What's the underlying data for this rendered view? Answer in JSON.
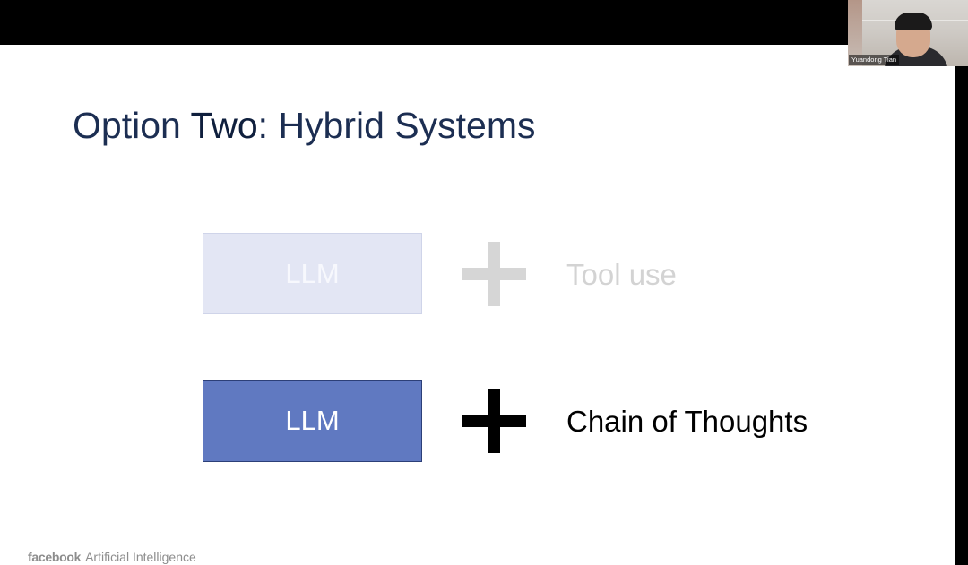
{
  "video": {
    "participant_name": "Yuandong Tian"
  },
  "slide": {
    "title": {
      "prefix": "Option ",
      "emphasis": "Two",
      "suffix": ": Hybrid Systems"
    },
    "rows": [
      {
        "box_label": "LLM",
        "item_label": "Tool use",
        "state": "faded"
      },
      {
        "box_label": "LLM",
        "item_label": "Chain of Thoughts",
        "state": "active"
      }
    ],
    "footer": {
      "brand": "facebook",
      "text": "Artificial Intelligence"
    }
  },
  "colors": {
    "title": "#1c2e52",
    "box_active": "#6079c1",
    "box_faded": "#e3e6f4",
    "text_faded": "#d3d3d3"
  }
}
